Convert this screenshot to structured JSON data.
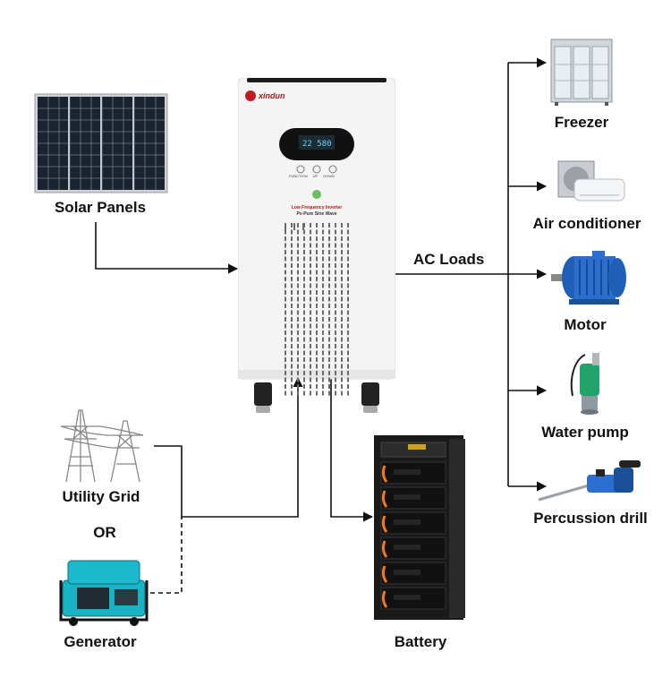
{
  "diagram": {
    "inverter": {
      "brand": "xindun",
      "product_line1": "Low Frequency Inverter",
      "product_line2": "Pv-Pure Sine Wave",
      "buttons": [
        "FUNCTION",
        "UP",
        "DOWN"
      ]
    },
    "sources": {
      "solar": "Solar Panels",
      "grid": "Utility Grid",
      "or": "OR",
      "generator": "Generator"
    },
    "battery": "Battery",
    "ac_loads_label": "AC Loads",
    "loads": [
      {
        "label": "Freezer",
        "icon": "freezer-icon"
      },
      {
        "label": "Air conditioner",
        "icon": "air-conditioner-icon"
      },
      {
        "label": "Motor",
        "icon": "motor-icon"
      },
      {
        "label": "Water pump",
        "icon": "water-pump-icon"
      },
      {
        "label": "Percussion drill",
        "icon": "percussion-drill-icon"
      }
    ],
    "colors": {
      "line": "#111111",
      "inverter_body": "#f4f4f4",
      "battery_orange": "#f07a1a",
      "generator_teal": "#18b3c4"
    }
  }
}
